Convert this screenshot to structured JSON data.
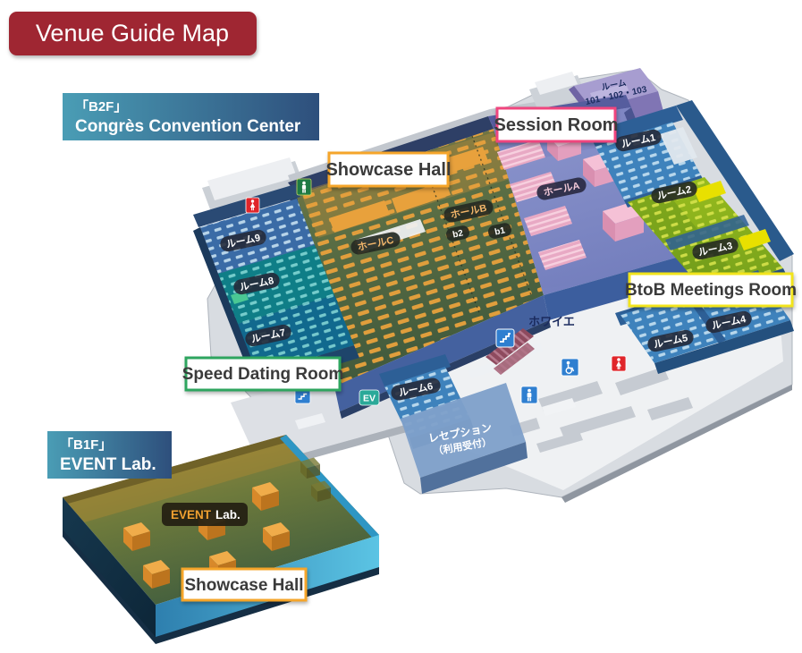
{
  "title": "Venue Guide Map",
  "b2f": {
    "tag": "「B2F」",
    "name": "Congrès Convention Center"
  },
  "b1f": {
    "tag": "「B1F」",
    "name": "EVENT Lab."
  },
  "area_labels": {
    "session": "Session Room",
    "showcase": "Showcase Hall",
    "btob": "BtoB Meetings Room",
    "speed": "Speed Dating Room",
    "showcase_b1f": "Showcase Hall"
  },
  "event_lab": {
    "accent": "EVENT",
    "rest": "Lab."
  },
  "rooms": {
    "r1": "ルーム1",
    "r2": "ルーム2",
    "r3": "ルーム3",
    "r4": "ルーム4",
    "r5": "ルーム5",
    "r6": "ルーム6",
    "r7": "ルーム7",
    "r8": "ルーム8",
    "r9": "ルーム9",
    "r101_line1": "ルーム",
    "r101_line2": "101・102・103"
  },
  "halls": {
    "a": "ホールA",
    "b": "ホールB",
    "c": "ホールC",
    "b1": "b1",
    "b2": "b2"
  },
  "areas": {
    "foyer": "ホワイエ",
    "reception1": "レセプション",
    "reception2": "（利用受付）"
  },
  "icons": {
    "ev_label": "EV",
    "escalator": "escalator-icon",
    "wheelchair": "wheelchair-icon",
    "male_restroom": "male-restroom-icon",
    "female_restroom": "female-restroom-icon",
    "restroom": "restroom-icon"
  },
  "colors": {
    "title_bg": "#9F2630",
    "floor_label_start": "#4A9DB5",
    "floor_label_end": "#2E4F7C",
    "session_border": "#F0447E",
    "showcase_border": "#F5A52B",
    "btob_border": "#F2E41C",
    "speed_border": "#2FA55E",
    "badge_bg": "#252A3A",
    "booth_orange": "#E8A13C",
    "label_text": "#3A3A3A"
  }
}
